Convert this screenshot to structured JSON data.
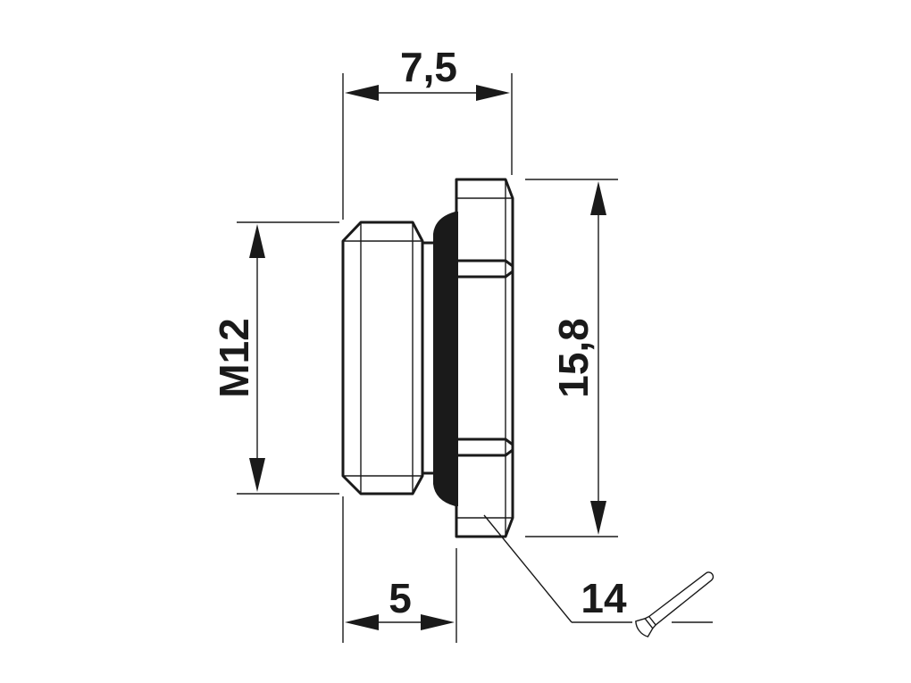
{
  "dimensions": {
    "overall_length": "7,5",
    "thread": "M12",
    "body_length": "5",
    "hex_height": "15,8",
    "wrench_size": "14"
  },
  "icons": {
    "wrench": "wrench-icon"
  },
  "colors": {
    "line": "#1a1a1a",
    "background": "#ffffff"
  }
}
